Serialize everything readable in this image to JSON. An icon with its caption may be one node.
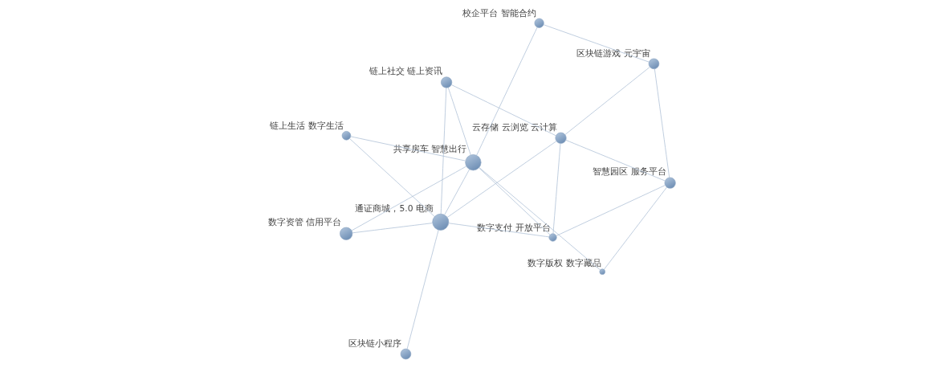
{
  "diagram": {
    "nodes": [
      {
        "text": [
          "数字支付 开放平台"
        ]
      },
      {
        "text": [
          "数字版权 数字藏品"
        ]
      },
      {
        "text": [
          "数字资管 信用平台"
        ]
      },
      {
        "text": [
          "共享房车 智慧出行"
        ]
      },
      {
        "text": [
          "智慧园区 服务平台"
        ]
      },
      {
        "text": [
          "通证商城，5.0 电商"
        ]
      },
      {
        "text": [
          "校企平台 智能合约"
        ]
      },
      {
        "text": [
          "云存储 云浏览 云计算"
        ]
      },
      {
        "text": [
          "链上生活 数字生活"
        ]
      },
      {
        "text": [
          "区块链游戏 元宇宙"
        ]
      },
      {
        "text": [
          "区块链小程序"
        ]
      },
      {
        "text": [
          "链上社交 链上资讯"
        ]
      }
    ],
    "edges": [
      {
        "from": 0,
        "to": 4,
        "arrow": "none"
      },
      {
        "from": 0,
        "to": 7,
        "arrow": "none"
      },
      {
        "from": 0,
        "to": 5,
        "arrow": "none"
      },
      {
        "from": 0,
        "to": 3,
        "arrow": "none"
      },
      {
        "from": 1,
        "to": 4,
        "arrow": "none"
      },
      {
        "from": 1,
        "to": 3,
        "arrow": "none"
      },
      {
        "from": 2,
        "to": 5,
        "arrow": "none"
      },
      {
        "from": 2,
        "to": 3,
        "arrow": "none"
      },
      {
        "from": 4,
        "to": 7,
        "arrow": "none"
      },
      {
        "from": 4,
        "to": 9,
        "arrow": "none"
      },
      {
        "from": 5,
        "to": 3,
        "arrow": "none"
      },
      {
        "from": 5,
        "to": 7,
        "arrow": "none"
      },
      {
        "from": 5,
        "to": 10,
        "arrow": "none"
      },
      {
        "from": 5,
        "to": 11,
        "arrow": "none"
      },
      {
        "from": 5,
        "to": 8,
        "arrow": "none"
      },
      {
        "from": 3,
        "to": 6,
        "arrow": "none"
      },
      {
        "from": 3,
        "to": 8,
        "arrow": "none"
      },
      {
        "from": 3,
        "to": 11,
        "arrow": "none"
      },
      {
        "from": 7,
        "to": 9,
        "arrow": "none"
      },
      {
        "from": 7,
        "to": 11,
        "arrow": "none"
      },
      {
        "from": 9,
        "to": 6,
        "arrow": "none"
      }
    ]
  }
}
